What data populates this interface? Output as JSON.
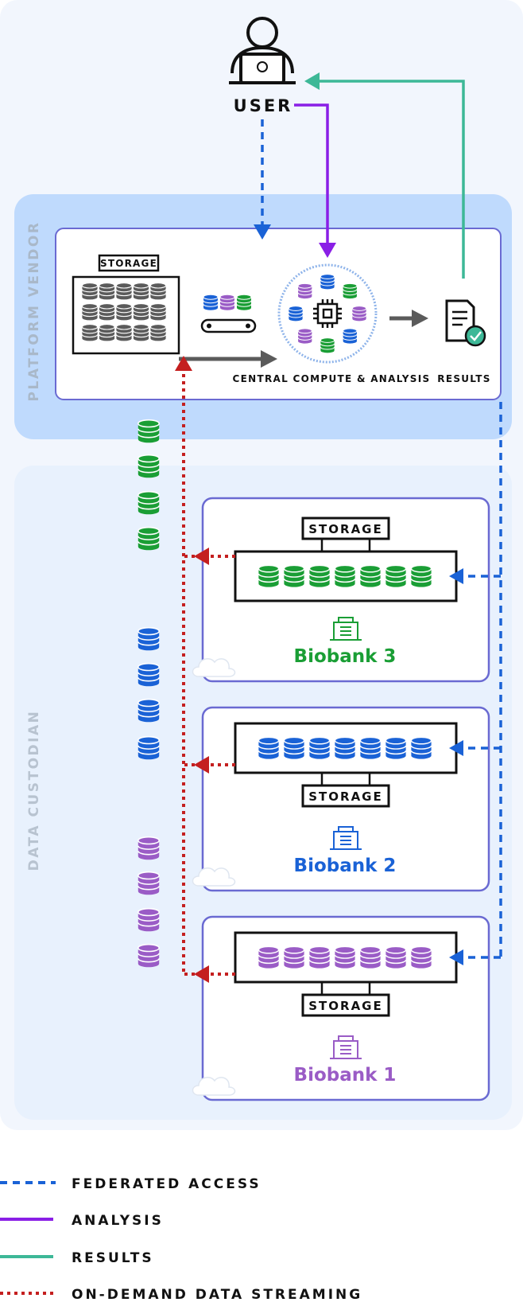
{
  "user": {
    "label": "USER",
    "icon": "user-laptop-icon"
  },
  "zones": {
    "platform": "PLATFORM VENDOR",
    "custodian": "DATA CUSTODIAN"
  },
  "platform": {
    "storage_label": "STORAGE",
    "compute_label": "CENTRAL COMPUTE & ANALYSIS",
    "results_label": "RESULTS"
  },
  "biobanks": [
    {
      "name": "Biobank 3",
      "storage_label": "STORAGE",
      "color": "#1a9e35"
    },
    {
      "name": "Biobank 2",
      "storage_label": "STORAGE",
      "color": "#1a62d6"
    },
    {
      "name": "Biobank 1",
      "storage_label": "STORAGE",
      "color": "#9a5cc6"
    }
  ],
  "legend": [
    {
      "label": "FEDERATED ACCESS",
      "color": "#1a62d6",
      "style": "dashed"
    },
    {
      "label": "ANALYSIS",
      "color": "#8a1fe6",
      "style": "solid"
    },
    {
      "label": "RESULTS",
      "color": "#3db897",
      "style": "solid"
    },
    {
      "label": "ON-DEMAND DATA STREAMING",
      "color": "#c41f1f",
      "style": "dotted"
    }
  ],
  "colors": {
    "green": "#1a9e35",
    "blue": "#1a62d6",
    "purple": "#9a5cc6",
    "gray": "#5b5b5b",
    "analysis": "#8a1fe6",
    "results": "#3db897",
    "streaming": "#c41f1f"
  }
}
